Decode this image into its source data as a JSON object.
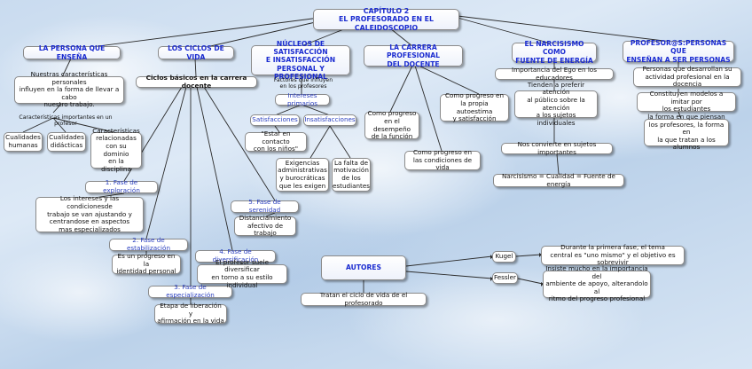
{
  "title": "CAPÍTULO 2\nEL PROFESORADO EN EL CALEIDOSCOPIO",
  "branches": {
    "persona": "LA PERSONA QUE ENSEÑA",
    "ciclos": "LOS CICLOS DE VIDA",
    "nucleos": "NÚCLEOS DE SATISFACCIÓN\nE INSATISFACCIÓN\nPERSONAL Y PROFESIONAL",
    "carrera": "LA CARRERA PROFESIONAL\nDEL DOCENTE",
    "narcisismo": "EL NARCISISMO COMO\nFUENTE DE ENERGÍA",
    "profesores": "PROFESOR@S:PERSONAS QUE\nENSEÑAN A SER PERSONAS"
  },
  "persona": {
    "main": "Nuestras características personales\ninfluyen en la forma de llevar a cabo\nnuestro trabajo.",
    "label": "Características importantes en un profesor",
    "items": [
      "Cualidades\nhumanas",
      "Cualidades\ndidácticas",
      "Características\nrelacionadas\ncon su dominio\nen la disciplina"
    ]
  },
  "ciclos": {
    "sub": "Ciclos básicos en la carrera docente",
    "phases": [
      {
        "name": "1. Fase de exploración",
        "desc": "Los intereses y  las condicionesde\ntrabajo se van ajustando y\ncentrandose en aspectos\nmas especializados"
      },
      {
        "name": "2. Fase de estabilización",
        "desc": "Es un progreso en la\nidentidad personal"
      },
      {
        "name": "3. Fase de especialización",
        "desc": "Etapa de liberación y\nafirmación en la vida"
      },
      {
        "name": "4. Fase de diversificación",
        "desc": "El profesor suele diversificar\nen torno a su estilo individual"
      },
      {
        "name": "5. Fase de serenidad",
        "desc": "Distanciamiento\nafectivo de trabajo"
      }
    ]
  },
  "nucleos": {
    "label": "Factores que influyen\nen los profesores",
    "primarios": "Intereses primarios",
    "satisfacciones": "Satisfacciones",
    "insatisfacciones": "Insatisfacciones",
    "sat_item": "\"Estar en contacto\ncon los niños\"",
    "insat_items": [
      "Exigencias\nadministrativas\ny burocráticas\nque les exigen",
      "La falta de\nmotivación\nde los\nestudiantes"
    ]
  },
  "carrera": {
    "items": [
      "Como progreso\nen el desempeño\nde la función",
      "Como progreso en\nla propia autoestima\ny satisfacción",
      "Como progreso en\nlas condiciones de vida"
    ]
  },
  "narcisismo": {
    "items": [
      "Importancia del Ego en los educadores",
      "Tienden a preferir atención\nal público sobre la atención\na los sujetos individuales",
      "Nos convierte en sujetos importantes",
      "Narcisismo = Cualidad = Fuente de energía"
    ]
  },
  "profesores": {
    "items": [
      "Personas que desarrollan su\nactividad profesional en la docencia",
      "Constituyen modelos a imitar por\nlos estudiantes",
      "la forma en que piensan\nlos profesores, la forma en\nla que tratan a los alumnos"
    ]
  },
  "autores": {
    "title": "AUTORES",
    "desc": "Tratan el ciclo de vida de el profesorado",
    "names": [
      "Kugel",
      "Fessler"
    ],
    "notes": [
      "Durante la primera fase, el tema\ncentral es \"uno mismo\" y el objetivo es sobrevivir",
      "Insiste mucho en la importancia del\nambiente de apoyo, alterandolo al\nritmo del progreso profesional"
    ]
  }
}
